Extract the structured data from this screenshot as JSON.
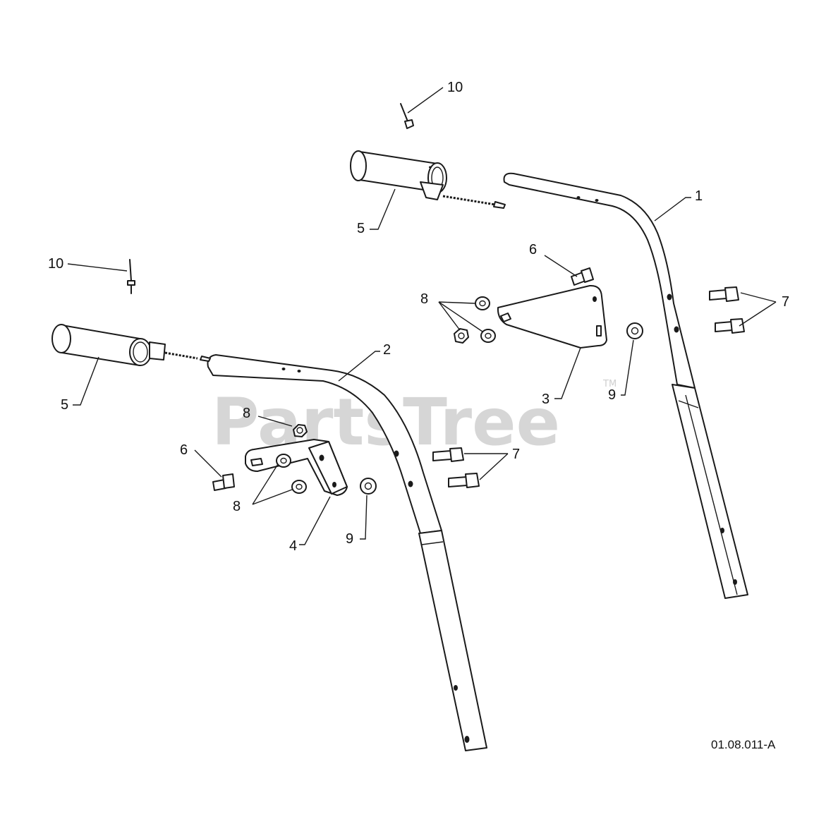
{
  "watermark": {
    "text": "PartsTree",
    "trademark": "TM"
  },
  "drawing_number": "01.08.011-A",
  "callouts": {
    "c1": "1",
    "c2": "2",
    "c3": "3",
    "c4": "4",
    "c5_upper": "5",
    "c5_lower": "5",
    "c6_upper": "6",
    "c6_lower": "6",
    "c7_upper": "7",
    "c7_lower": "7",
    "c8_upper": "8",
    "c8_lower_top": "8",
    "c8_lower_bottom": "8",
    "c9_upper": "9",
    "c9_lower": "9",
    "c10_upper": "10",
    "c10_lower": "10"
  }
}
